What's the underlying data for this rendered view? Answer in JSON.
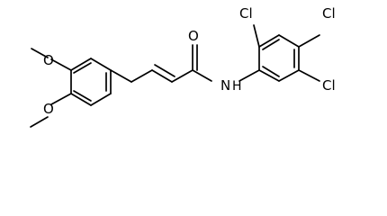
{
  "molecule": {
    "labels": {
      "methoxy_top": "O",
      "methoxy_bottom": "O",
      "carbonyl_oxygen": "O",
      "amide_nitrogen": "N",
      "amide_hydrogen": "H",
      "chlorine_top_left": "Cl",
      "chlorine_top_right": "Cl",
      "chlorine_bottom_right": "Cl"
    },
    "colors": {
      "bond": "#000000",
      "text": "#000000",
      "background": "#ffffff"
    }
  }
}
